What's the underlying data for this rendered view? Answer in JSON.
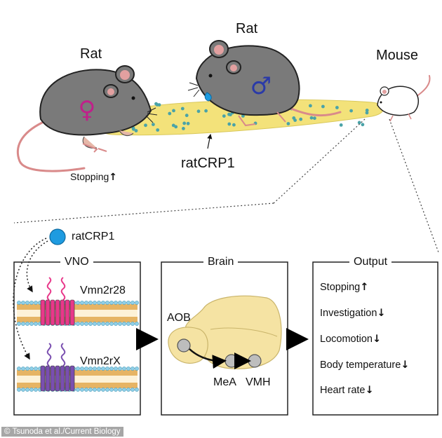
{
  "labels": {
    "rat_left": "Rat",
    "rat_right": "Rat",
    "mouse": "Mouse",
    "stopping": "Stopping",
    "ratcrp1_top": "ratCRP1",
    "ratcrp1_legend": "ratCRP1",
    "female_symbol": "♀",
    "male_symbol": "♂"
  },
  "panels": {
    "vno": {
      "title": "VNO",
      "receptors": [
        "Vmn2r28",
        "Vmn2rX"
      ]
    },
    "brain": {
      "title": "Brain",
      "regions": [
        "AOB",
        "MeA",
        "VMH"
      ]
    },
    "output": {
      "title": "Output",
      "items": [
        {
          "label": "Stopping",
          "direction": "up"
        },
        {
          "label": "Investigation",
          "direction": "down"
        },
        {
          "label": "Locomotion",
          "direction": "down"
        },
        {
          "label": "Body temperature",
          "direction": "down"
        },
        {
          "label": "Heart rate",
          "direction": "down"
        }
      ]
    }
  },
  "credit": "© Tsunoda et al./Current Biology",
  "colors": {
    "rat_body": "#7a7a7a",
    "scent_trail": "#f3e27a",
    "dot": "#4aa3a8",
    "ratcrp1_dot": "#1e9be0",
    "brain_fill": "#f5e3a3",
    "receptor_pink": "#e8388a",
    "receptor_purple": "#7a4fb0",
    "membrane": "#e6b464",
    "female_symbol": "#c0208a",
    "male_symbol": "#2a3aa8"
  }
}
